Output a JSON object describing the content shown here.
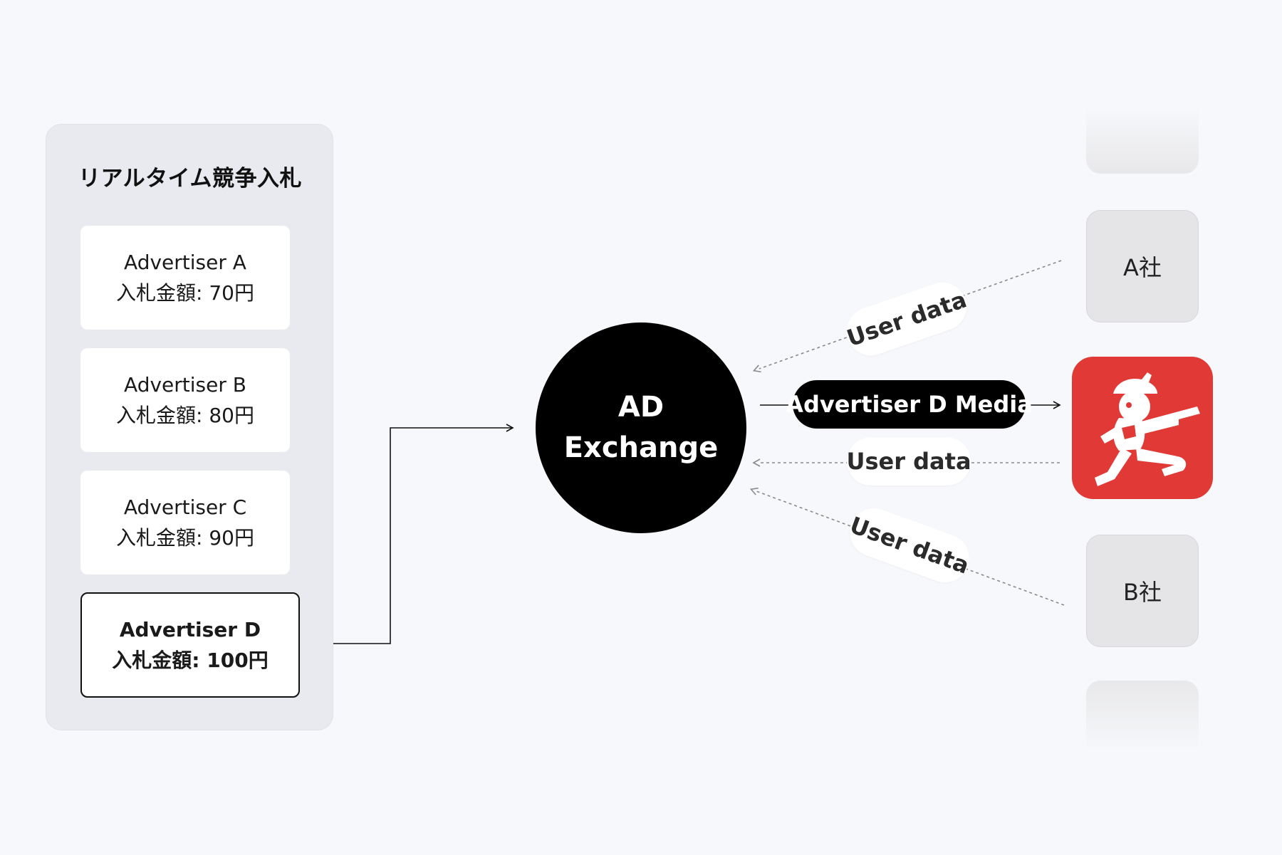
{
  "panel": {
    "title": "リアルタイム競争入札",
    "advertisers": [
      {
        "name": "Advertiser A",
        "bid": "入札金額: 70円"
      },
      {
        "name": "Advertiser B",
        "bid": "入札金額: 80円"
      },
      {
        "name": "Advertiser C",
        "bid": "入札金額: 90円"
      },
      {
        "name": "Advertiser D",
        "bid": "入札金額: 100円"
      }
    ]
  },
  "exchange": {
    "line1": "AD",
    "line2": "Exchange"
  },
  "flows": {
    "winner_label": "Advertiser D Media",
    "user_data_top": "User data",
    "user_data_middle": "User data",
    "user_data_bottom": "User data"
  },
  "media": {
    "company_a": "A社",
    "company_b": "B社",
    "app_icon": "running-mascot-icon"
  },
  "colors": {
    "panel_bg": "#e9eaef",
    "exchange": "#000000",
    "app_icon": "#e13a36",
    "page_bg": "#f7f8fb"
  }
}
